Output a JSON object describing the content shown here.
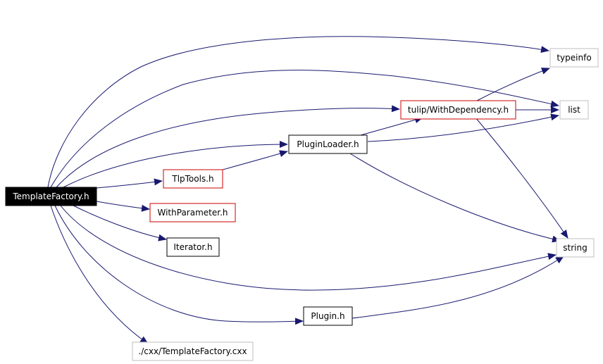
{
  "colors": {
    "edge": "#191970",
    "root_fill": "#000000",
    "root_text": "#ffffff",
    "border_black": "#000000",
    "border_red": "#cc0000",
    "border_gray": "#bfbfbf",
    "text": "#000000"
  },
  "nodes": {
    "template_factory_h": "TemplateFactory.h",
    "typeinfo": "typeinfo",
    "list": "list",
    "tulip_withdependency_h": "tulip/WithDependency.h",
    "pluginloader_h": "PluginLoader.h",
    "tlptools_h": "TlpTools.h",
    "withparameter_h": "WithParameter.h",
    "iterator_h": "Iterator.h",
    "string": "string",
    "plugin_h": "Plugin.h",
    "cxx_templatefactory_cxx": "./cxx/TemplateFactory.cxx"
  }
}
